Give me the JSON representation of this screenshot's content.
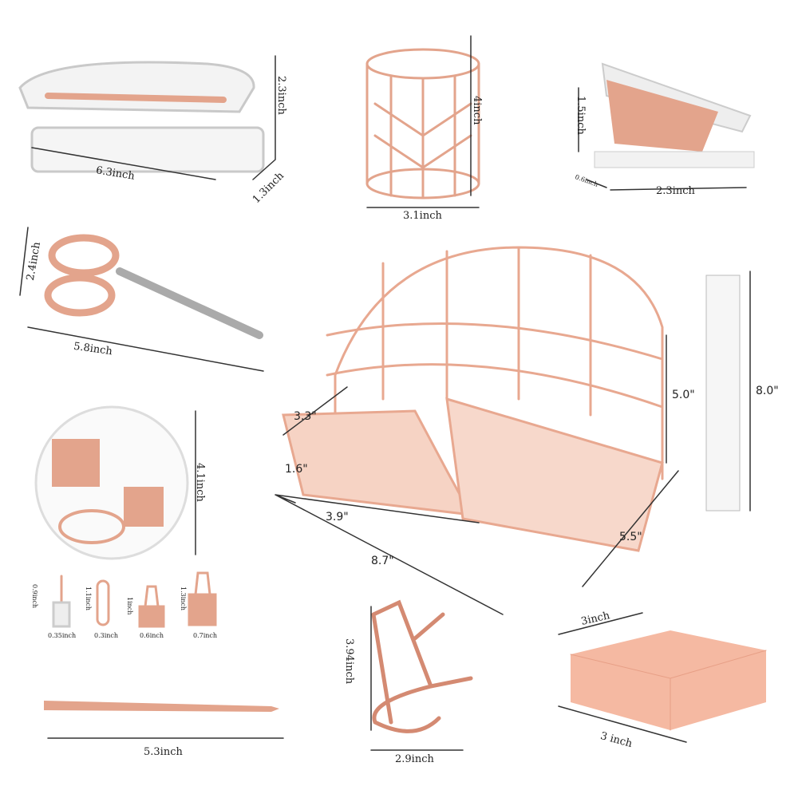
{
  "colors": {
    "rose_gold": "#e3a48c",
    "acrylic": "#dcdcdc",
    "notes": "#f5b9a2"
  },
  "items": {
    "stapler": {
      "length": "6.3inch",
      "height": "2.3inch",
      "width": "1.3inch"
    },
    "pencil_cup": {
      "height": "4inch",
      "diameter": "3.1inch"
    },
    "staple_remover": {
      "height": "1.5inch",
      "width": "0.6inch",
      "length": "2.3inch"
    },
    "scissors": {
      "height": "2.4inch",
      "length": "5.8inch"
    },
    "clip_box": {
      "diameter": "4.1inch"
    },
    "push_pin": {
      "height": "0.9inch",
      "width": "0.35inch"
    },
    "paper_clip": {
      "height": "1.1inch",
      "width": "0.3inch"
    },
    "small_binder_clip": {
      "height": "1inch",
      "width": "0.6inch"
    },
    "large_binder_clip": {
      "height": "1.3inch",
      "width": "0.7inch"
    },
    "pen": {
      "length": "5.3inch"
    },
    "organizer": {
      "drawer_depth": "3.3\"",
      "drawer_height": "1.6\"",
      "drawer_width": "3.9\"",
      "length": "8.7\"",
      "height": "5.0\"",
      "depth": "5.5\""
    },
    "ruler": {
      "length": "8.0\""
    },
    "phone_stand": {
      "height": "3.94inch",
      "width": "2.9inch"
    },
    "sticky_notes": {
      "depth": "3inch",
      "width": "3 inch"
    }
  }
}
